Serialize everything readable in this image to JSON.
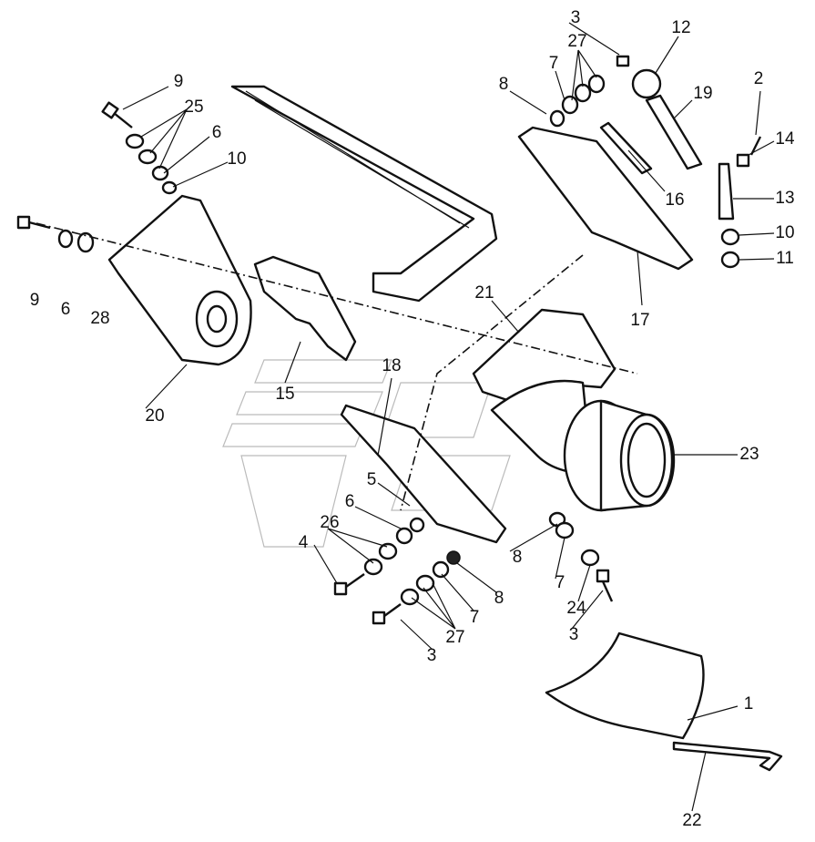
{
  "diagram": {
    "type": "exploded-parts-view",
    "labels": [
      "9",
      "25",
      "6",
      "10",
      "9",
      "6",
      "28",
      "20",
      "15",
      "18",
      "21",
      "3",
      "27",
      "12",
      "7",
      "8",
      "19",
      "2",
      "14",
      "16",
      "13",
      "10",
      "11",
      "17",
      "23",
      "5",
      "6",
      "26",
      "4",
      "8",
      "7",
      "8",
      "7",
      "27",
      "3",
      "24",
      "3",
      "1",
      "22"
    ]
  }
}
